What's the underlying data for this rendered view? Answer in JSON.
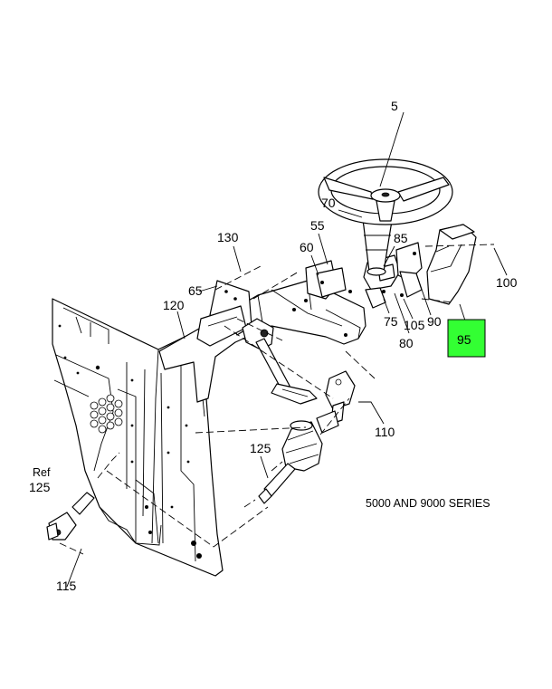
{
  "callouts": {
    "c5": "5",
    "c70": "70",
    "c55": "55",
    "c60": "60",
    "c85": "85",
    "c100": "100",
    "c130": "130",
    "c65": "65",
    "c120": "120",
    "c75": "75",
    "c105": "105",
    "c90": "90",
    "c80": "80",
    "c95": "95",
    "c110": "110",
    "c125": "125",
    "ref": "Ref",
    "ref125": "125",
    "c115": "115"
  },
  "series_label": "5000 AND 9000 SERIES",
  "colors": {
    "highlight": "#33ff33",
    "line": "#000000"
  }
}
